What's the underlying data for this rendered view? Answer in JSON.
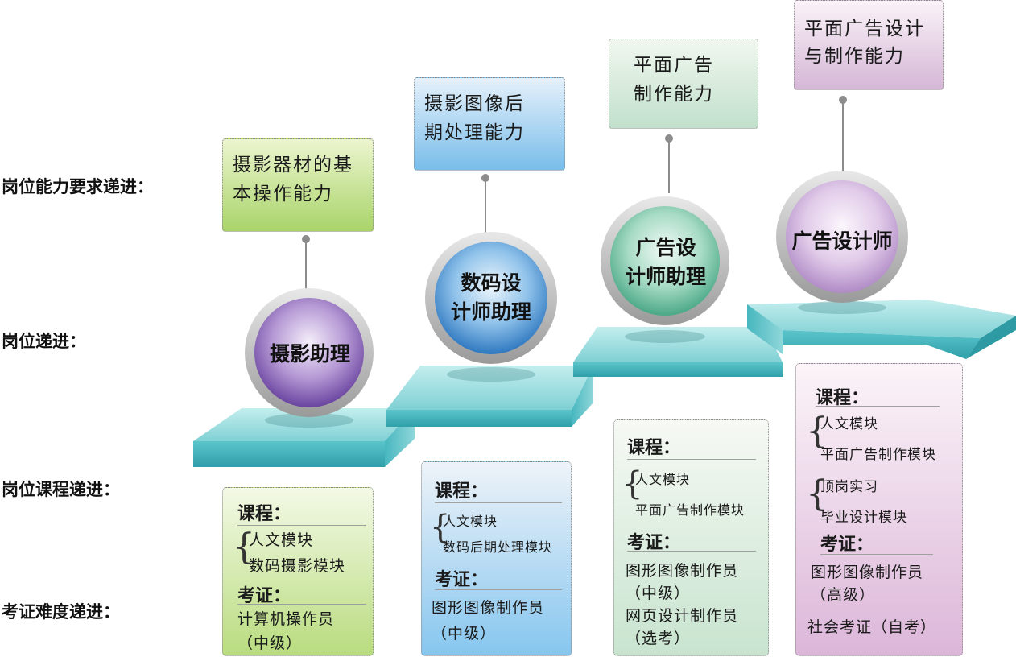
{
  "row_labels": {
    "ability": "岗位能力要求递进：",
    "position": "岗位递进：",
    "course": "岗位课程递进：",
    "cert": "考证难度递进："
  },
  "stages": [
    {
      "ability_lines": [
        "摄影器材的基",
        "本操作能力"
      ],
      "position_lines": [
        "摄影助理"
      ],
      "course_title": "课程：",
      "courses": [
        "人文模块",
        "数码摄影模块"
      ],
      "cert_title": "考证：",
      "certs": [
        "计算机操作员",
        "（中级）"
      ]
    },
    {
      "ability_lines": [
        "摄影图像后",
        "期处理能力"
      ],
      "position_lines": [
        "数码设",
        "计师助理"
      ],
      "course_title": "课程：",
      "courses": [
        "人文模块",
        "数码后期处理模块"
      ],
      "cert_title": "考证：",
      "certs": [
        "图形图像制作员",
        "（中级）"
      ]
    },
    {
      "ability_lines": [
        "平面广告",
        "制作能力"
      ],
      "position_lines": [
        "广告设",
        "计师助理"
      ],
      "course_title": "课程：",
      "courses": [
        "人文模块",
        "平面广告制作模块"
      ],
      "cert_title": "考证：",
      "certs": [
        "图形图像制作员",
        "（中级）",
        "网页设计制作员",
        "（选考）"
      ]
    },
    {
      "ability_lines": [
        "平面广告设计",
        "与制作能力"
      ],
      "position_lines": [
        "广告设计师"
      ],
      "course_title": "课程：",
      "courses": [
        "人文模块",
        "平面广告制作模块",
        "顶岗实习",
        "毕业设计模块"
      ],
      "cert_title": "考证：",
      "certs": [
        "图形图像制作员",
        "（高级）",
        "社会考证（自考）"
      ]
    }
  ],
  "colors": {
    "stair_top": "#8fd6d9",
    "stair_front": "#3db3bd",
    "orb_1": "#8a63b8",
    "orb_2": "#3f8fd3",
    "orb_3": "#6cc0a0",
    "orb_4": "#c9a8d8"
  }
}
